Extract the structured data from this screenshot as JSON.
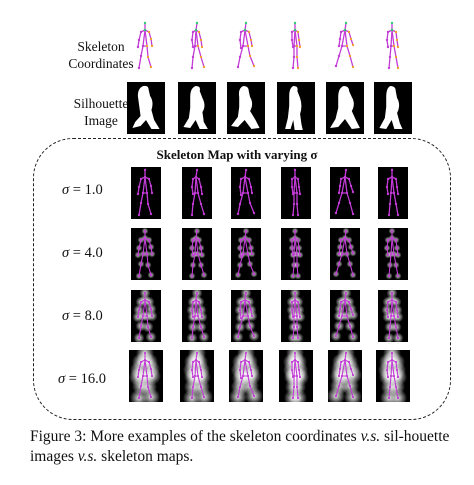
{
  "rows": {
    "skeleton_label_line1": "Skeleton",
    "skeleton_label_line2": "Coordinates",
    "silhouette_label_line1": "Silhouette",
    "silhouette_label_line2": "Image"
  },
  "map": {
    "title": "Skeleton Map with varying σ",
    "sigma_rows": [
      {
        "symbol": "σ",
        "value": "= 1.0"
      },
      {
        "symbol": "σ",
        "value": "= 4.0"
      },
      {
        "symbol": "σ",
        "value": "= 8.0"
      },
      {
        "symbol": "σ",
        "value": "= 16.0"
      }
    ]
  },
  "caption": {
    "prefix": "Figure 3: More examples of the skeleton coordinates ",
    "vs1": "v.s.",
    "middle": " sil-houette images ",
    "vs2": "v.s.",
    "suffix": " skeleton maps."
  },
  "colors": {
    "bone": "#c23bd6",
    "joint_green": "#2ccf6f",
    "joint_orange": "#f0a030",
    "heat": "#ffffff"
  }
}
